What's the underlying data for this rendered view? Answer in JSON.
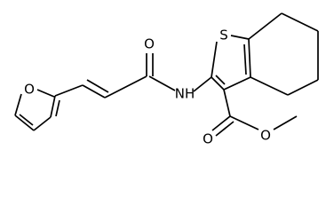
{
  "molecule": {
    "atoms": {
      "furan_oxygen": "O",
      "carbonyl_oxygen": "O",
      "thiophene_sulfur": "S",
      "amide_nitrogen": "NH",
      "ester_carbonyl_oxygen": "O",
      "ester_oxygen": "O"
    }
  }
}
